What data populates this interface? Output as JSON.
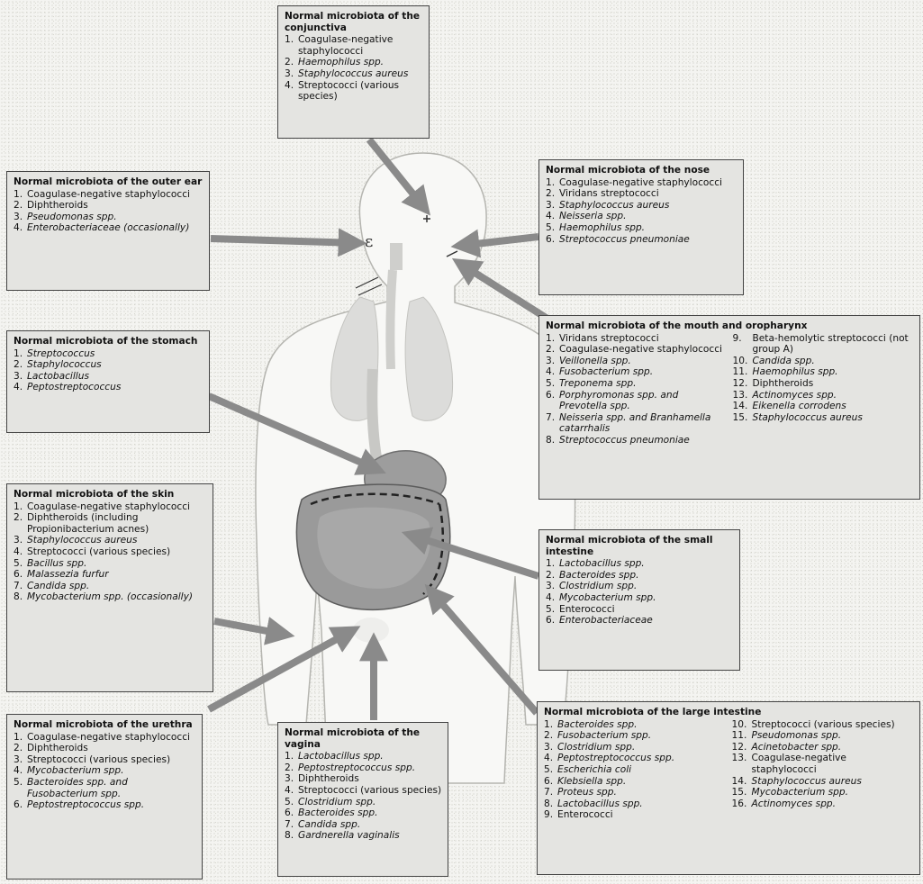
{
  "colors": {
    "box_fill": "#e4e4e1",
    "box_border": "#444444",
    "arrow": "#8a8a8a",
    "body_fill": "#f8f8f6",
    "organ_fill": "#a0a0a0",
    "lung_fill": "#dcdcda"
  },
  "boxes": {
    "conjunctiva": {
      "title": "Normal microbiota of the conjunctiva",
      "items": [
        {
          "n": "1.",
          "text": "Coagulase-negative staphylococci",
          "italic": false
        },
        {
          "n": "2.",
          "text": "Haemophilus spp.",
          "italic": true
        },
        {
          "n": "3.",
          "text": "Staphylococcus aureus",
          "italic": true
        },
        {
          "n": "4.",
          "text": "Streptococci (various species)",
          "italic": false
        }
      ]
    },
    "outer_ear": {
      "title": "Normal microbiota of the outer ear",
      "items": [
        {
          "n": "1.",
          "text": "Coagulase-negative staphylococci",
          "italic": false
        },
        {
          "n": "2.",
          "text": "Diphtheroids",
          "italic": false
        },
        {
          "n": "3.",
          "text": "Pseudomonas spp.",
          "italic": true
        },
        {
          "n": "4.",
          "text": "Enterobacteriaceae (occasionally)",
          "italic": true
        }
      ]
    },
    "nose": {
      "title": "Normal microbiota of the nose",
      "items": [
        {
          "n": "1.",
          "text": "Coagulase-negative staphylococci",
          "italic": false
        },
        {
          "n": "2.",
          "text": "Viridans streptococci",
          "italic": false
        },
        {
          "n": "3.",
          "text": "Staphylococcus aureus",
          "italic": true
        },
        {
          "n": "4.",
          "text": "Neisseria spp.",
          "italic": true
        },
        {
          "n": "5.",
          "text": "Haemophilus spp.",
          "italic": true
        },
        {
          "n": "6.",
          "text": "Streptococcus pneumoniae",
          "italic": true
        }
      ]
    },
    "stomach": {
      "title": "Normal microbiota of the stomach",
      "items": [
        {
          "n": "1.",
          "text": "Streptococcus",
          "italic": true
        },
        {
          "n": "2.",
          "text": "Staphylococcus",
          "italic": true
        },
        {
          "n": "3.",
          "text": "Lactobacillus",
          "italic": true
        },
        {
          "n": "4.",
          "text": "Peptostreptococcus",
          "italic": true
        }
      ]
    },
    "mouth": {
      "title": "Normal microbiota of the mouth and oropharynx",
      "items": [
        {
          "n": "1.",
          "text": "Viridans streptococci",
          "italic": false
        },
        {
          "n": "2.",
          "text": "Coagulase-negative staphylococci",
          "italic": false
        },
        {
          "n": "3.",
          "text": "Veillonella spp.",
          "italic": true
        },
        {
          "n": "4.",
          "text": "Fusobacterium spp.",
          "italic": true
        },
        {
          "n": "5.",
          "text": "Treponema spp.",
          "italic": true
        },
        {
          "n": "6.",
          "text": "Porphyromonas spp. and Prevotella spp.",
          "italic": true
        },
        {
          "n": "7.",
          "text": "Neisseria spp. and Branhamella catarrhalis",
          "italic": true
        },
        {
          "n": "8.",
          "text": "Streptococcus pneumoniae",
          "italic": true
        }
      ],
      "items_col2": [
        {
          "n": "9.",
          "text": "Beta-hemolytic streptococci (not group A)",
          "italic": false
        },
        {
          "n": "10.",
          "text": "Candida spp.",
          "italic": true
        },
        {
          "n": "11.",
          "text": "Haemophilus spp.",
          "italic": true
        },
        {
          "n": "12.",
          "text": "Diphtheroids",
          "italic": false
        },
        {
          "n": "13.",
          "text": "Actinomyces spp.",
          "italic": true
        },
        {
          "n": "14.",
          "text": "Eikenella corrodens",
          "italic": true
        },
        {
          "n": "15.",
          "text": "Staphylococcus aureus",
          "italic": true
        }
      ]
    },
    "skin": {
      "title": "Normal microbiota of the skin",
      "items": [
        {
          "n": "1.",
          "text": "Coagulase-negative staphylococci",
          "italic": false
        },
        {
          "n": "2.",
          "text": "Diphtheroids (including Propionibacterium acnes)",
          "italic": false
        },
        {
          "n": "3.",
          "text": "Staphylococcus aureus",
          "italic": true
        },
        {
          "n": "4.",
          "text": "Streptococci (various species)",
          "italic": false
        },
        {
          "n": "5.",
          "text": "Bacillus spp.",
          "italic": true
        },
        {
          "n": "6.",
          "text": "Malassezia furfur",
          "italic": true
        },
        {
          "n": "7.",
          "text": "Candida spp.",
          "italic": true
        },
        {
          "n": "8.",
          "text": "Mycobacterium spp. (occasionally)",
          "italic": true
        }
      ]
    },
    "small_intestine": {
      "title": "Normal microbiota of the small intestine",
      "items": [
        {
          "n": "1.",
          "text": "Lactobacillus spp.",
          "italic": true
        },
        {
          "n": "2.",
          "text": "Bacteroides spp.",
          "italic": true
        },
        {
          "n": "3.",
          "text": "Clostridium spp.",
          "italic": true
        },
        {
          "n": "4.",
          "text": "Mycobacterium spp.",
          "italic": true
        },
        {
          "n": "5.",
          "text": "Enterococci",
          "italic": false
        },
        {
          "n": "6.",
          "text": "Enterobacteriaceae",
          "italic": true
        }
      ]
    },
    "urethra": {
      "title": "Normal microbiota of the urethra",
      "items": [
        {
          "n": "1.",
          "text": "Coagulase-negative staphylococci",
          "italic": false
        },
        {
          "n": "2.",
          "text": "Diphtheroids",
          "italic": false
        },
        {
          "n": "3.",
          "text": "Streptococci (various species)",
          "italic": false
        },
        {
          "n": "4.",
          "text": "Mycobacterium spp.",
          "italic": true
        },
        {
          "n": "5.",
          "text": "Bacteroides spp. and Fusobacterium spp.",
          "italic": true
        },
        {
          "n": "6.",
          "text": "Peptostreptococcus spp.",
          "italic": true
        }
      ]
    },
    "vagina": {
      "title": "Normal microbiota of the vagina",
      "items": [
        {
          "n": "1.",
          "text": "Lactobacillus spp.",
          "italic": true
        },
        {
          "n": "2.",
          "text": "Peptostreptococcus spp.",
          "italic": true
        },
        {
          "n": "3.",
          "text": "Diphtheroids",
          "italic": false
        },
        {
          "n": "4.",
          "text": "Streptococci (various species)",
          "italic": false
        },
        {
          "n": "5.",
          "text": "Clostridium spp.",
          "italic": true
        },
        {
          "n": "6.",
          "text": "Bacteroides spp.",
          "italic": true
        },
        {
          "n": "7.",
          "text": "Candida spp.",
          "italic": true
        },
        {
          "n": "8.",
          "text": "Gardnerella vaginalis",
          "italic": true
        }
      ]
    },
    "large_intestine": {
      "title": "Normal microbiota of the large intestine",
      "items": [
        {
          "n": "1.",
          "text": "Bacteroides spp.",
          "italic": true
        },
        {
          "n": "2.",
          "text": "Fusobacterium spp.",
          "italic": true
        },
        {
          "n": "3.",
          "text": "Clostridium spp.",
          "italic": true
        },
        {
          "n": "4.",
          "text": "Peptostreptococcus spp.",
          "italic": true
        },
        {
          "n": "5.",
          "text": "Escherichia coli",
          "italic": true
        },
        {
          "n": "6.",
          "text": "Klebsiella spp.",
          "italic": true
        },
        {
          "n": "7.",
          "text": "Proteus spp.",
          "italic": true
        },
        {
          "n": "8.",
          "text": "Lactobacillus spp.",
          "italic": true
        },
        {
          "n": "9.",
          "text": "Enterococci",
          "italic": false
        }
      ],
      "items_col2": [
        {
          "n": "10.",
          "text": "Streptococci (various species)",
          "italic": false
        },
        {
          "n": "11.",
          "text": "Pseudomonas spp.",
          "italic": true
        },
        {
          "n": "12.",
          "text": "Acinetobacter spp.",
          "italic": true
        },
        {
          "n": "13.",
          "text": "Coagulase-negative staphylococci",
          "italic": false
        },
        {
          "n": "14.",
          "text": "Staphylococcus aureus",
          "italic": true
        },
        {
          "n": "15.",
          "text": "Mycobacterium spp.",
          "italic": true
        },
        {
          "n": "16.",
          "text": "Actinomyces spp.",
          "italic": true
        }
      ]
    }
  }
}
